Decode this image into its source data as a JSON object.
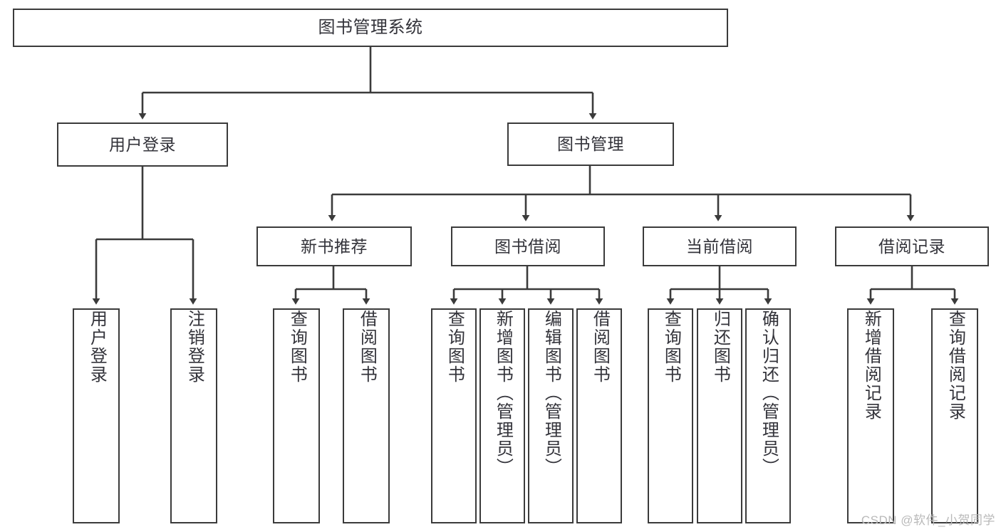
{
  "diagram": {
    "title_text": "图书管理系统",
    "type": "tree-hierarchy-diagram",
    "colors": {
      "box_border": "#3b3b3b",
      "box_fill": "#ffffff",
      "text": "#33333a",
      "connector": "#3b3b3b",
      "background": "#ffffff",
      "watermark": "#b9b9b9"
    },
    "root": {
      "label": "图书管理系统"
    },
    "level1": [
      {
        "label": "用户登录"
      },
      {
        "label": "图书管理"
      }
    ],
    "level2": [
      {
        "label": "新书推荐"
      },
      {
        "label": "图书借阅"
      },
      {
        "label": "当前借阅"
      },
      {
        "label": "借阅记录"
      }
    ],
    "leaves": {
      "user_login": [
        {
          "label": "用户登录"
        },
        {
          "label": "注销登录"
        }
      ],
      "new_book_recommend": [
        {
          "label": "查询图书"
        },
        {
          "label": "借阅图书"
        }
      ],
      "book_borrow": [
        {
          "label": "查询图书"
        },
        {
          "label": "新增图书（管理员）"
        },
        {
          "label": "编辑图书（管理员）"
        },
        {
          "label": "借阅图书"
        }
      ],
      "current_borrow": [
        {
          "label": "查询图书"
        },
        {
          "label": "归还图书"
        },
        {
          "label": "确认归还（管理员）"
        }
      ],
      "borrow_record": [
        {
          "label": "新增借阅记录"
        },
        {
          "label": "查询借阅记录"
        }
      ]
    }
  },
  "watermark": {
    "text": "CSDN @软件_小贺同学"
  }
}
